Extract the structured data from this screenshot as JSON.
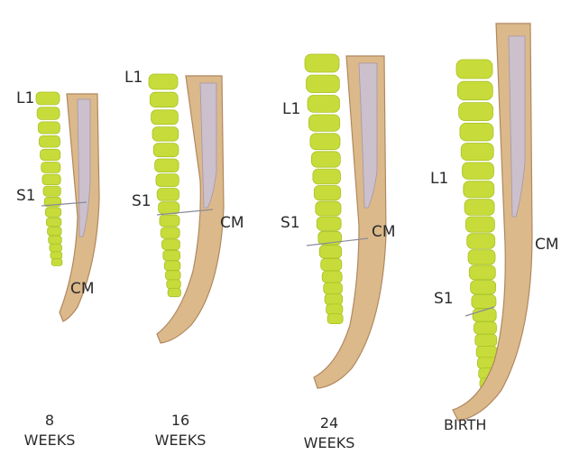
{
  "stages": [
    {
      "id": "8w",
      "caption_top": "8",
      "caption_bottom": "WEEKS",
      "l1": "L1",
      "s1": "S1",
      "cm": "CM"
    },
    {
      "id": "16w",
      "caption_top": "16",
      "caption_bottom": "WEEKS",
      "l1": "L1",
      "s1": "S1",
      "cm": "CM"
    },
    {
      "id": "24w",
      "caption_top": "24",
      "caption_bottom": "WEEKS",
      "l1": "L1",
      "s1": "S1",
      "cm": "CM"
    },
    {
      "id": "birth",
      "caption_top": "",
      "caption_bottom": "BIRTH",
      "l1": "L1",
      "s1": "S1",
      "cm": "CM"
    }
  ],
  "colors": {
    "vertebra": "#c7dc3a",
    "vertebra_edge": "#a9c224",
    "canal": "#dcb98a",
    "canal_edge": "#b08860",
    "cord": "#c9c2d8",
    "cord_edge": "#9a90b0"
  }
}
